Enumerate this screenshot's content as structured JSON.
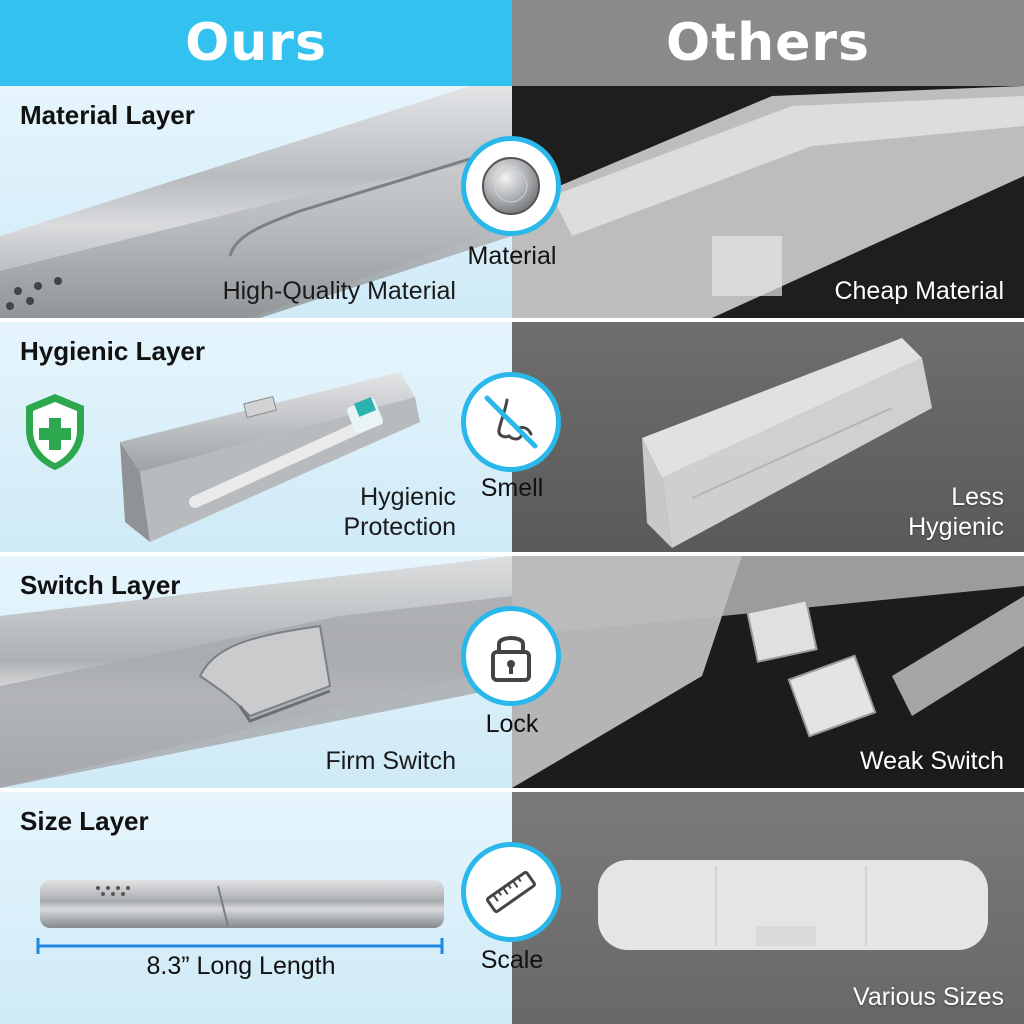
{
  "header": {
    "ours": "Ours",
    "others": "Others"
  },
  "rows": [
    {
      "title": "Material Layer",
      "badge": "Material",
      "badge_icon": "metal-disc-icon",
      "ours_caption": "High-Quality Material",
      "others_caption": "Cheap Material"
    },
    {
      "title": "Hygienic Layer",
      "badge": "Smell",
      "badge_icon": "no-smell-icon",
      "ours_caption_line1": "Hygienic",
      "ours_caption_line2": "Protection",
      "others_caption_line1": "Less",
      "others_caption_line2": "Hygienic"
    },
    {
      "title": "Switch Layer",
      "badge": "Lock",
      "badge_icon": "padlock-icon",
      "ours_caption": "Firm Switch",
      "others_caption": "Weak Switch"
    },
    {
      "title": "Size Layer",
      "badge": "Scale",
      "badge_icon": "ruler-icon",
      "ours_caption": "8.3” Long Length",
      "others_caption": "Various Sizes"
    }
  ],
  "colors": {
    "accent": "#2ab7ea",
    "ours_header": "#33c2f0",
    "others_header": "#8a8a8a",
    "shield": "#2ea84f"
  }
}
